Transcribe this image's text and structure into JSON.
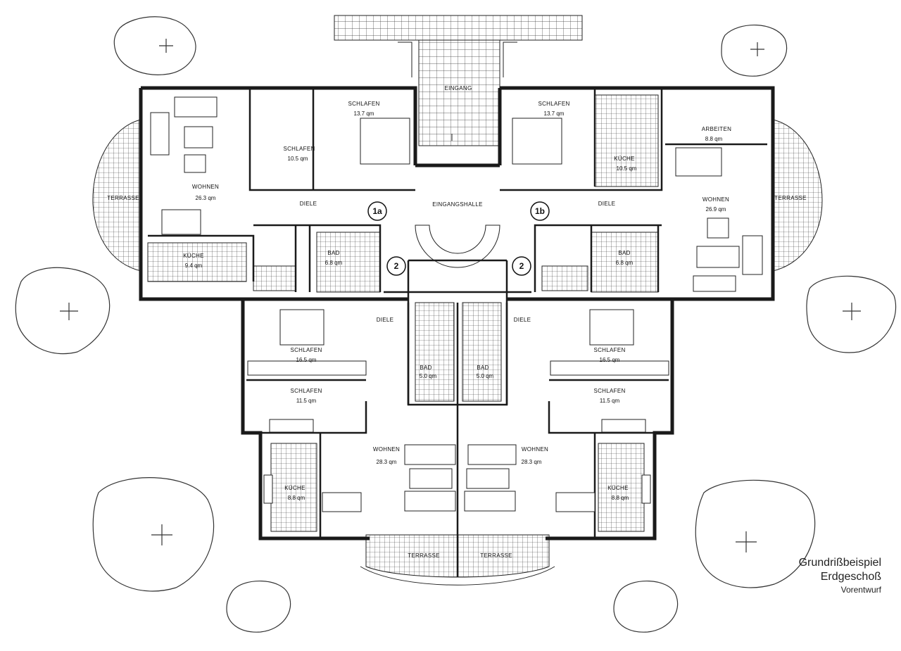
{
  "title": {
    "line1": "Grundrißbeispiel",
    "line2": "Erdgeschoß",
    "line3": "Vorentwurf"
  },
  "labels": {
    "eingang": "EINGANG",
    "eingangshalle": "EINGANGSHALLE",
    "marker_1a": "1a",
    "marker_1b": "1b",
    "marker_2": "2",
    "terrasse": "TERRASSE",
    "diele": "DIELE",
    "wohnen": "WOHNEN",
    "schlafen": "SCHLAFEN",
    "kueche": "KÜCHE",
    "bad": "BAD",
    "arbeiten": "ARBEITEN"
  },
  "areas": {
    "nw_wohnen": "26.3 qm",
    "nw_schlafen_small": "10.5 qm",
    "n_schlafen_left": "13.7 qm",
    "nw_kueche": "9.4 qm",
    "nw_bad": "6.8 qm",
    "n_schlafen_right": "13.7 qm",
    "ne_kueche": "10.5 qm",
    "ne_arbeiten": "8.8 qm",
    "ne_wohnen": "26.9 qm",
    "ne_bad": "6.8 qm",
    "w_schlafen_big": "16.5 qm",
    "w_schlafen_small": "11.5 qm",
    "e_schlafen_big": "16.5 qm",
    "e_schlafen_small": "11.5 qm",
    "c_bad_left": "5.0 qm",
    "c_bad_right": "5.0 qm",
    "s_wohnen_left": "28.3 qm",
    "s_wohnen_right": "28.3 qm",
    "sw_kueche": "8.8 qm",
    "se_kueche": "8.8 qm"
  }
}
